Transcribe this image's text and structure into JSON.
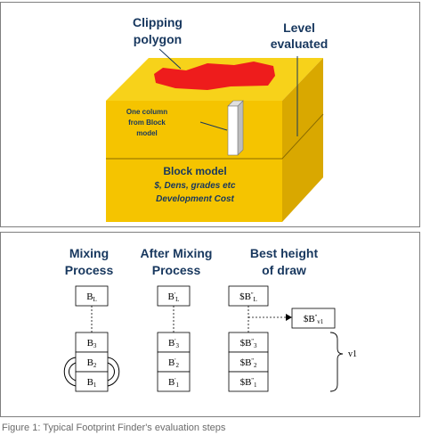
{
  "top_diagram": {
    "clipping_polygon_line1": "Clipping",
    "clipping_polygon_line2": "polygon",
    "level_line1": "Level",
    "level_line2": "evaluated",
    "column_line1": "One column",
    "column_line2": "from  Block",
    "column_line3": "model",
    "block_title": "Block model",
    "block_sub1": "$, Dens, grades etc",
    "block_sub2": "Development Cost",
    "colors": {
      "cube_front": "#f5c400",
      "cube_top": "#f7d21a",
      "cube_side": "#d9a800",
      "polygon": "#ee1c1c",
      "text": "#17375e"
    }
  },
  "bottom_diagram": {
    "col1_line1": "Mixing",
    "col1_line2": "Process",
    "col2_line1": "After Mixing",
    "col2_line2": "Process",
    "col3_line1": "Best height",
    "col3_line2": "of draw",
    "col1_cells": {
      "top": "B",
      "top_sub": "L",
      "c3": "B",
      "c3_sub": "3",
      "c2": "B",
      "c2_sub": "2",
      "c1": "B",
      "c1_sub": "1"
    },
    "col2_cells": {
      "top": "B",
      "top_sup": "'",
      "top_sub": "L",
      "c3": "B",
      "c3_sup": "'",
      "c3_sub": "3",
      "c2": "B",
      "c2_sup": "'",
      "c2_sub": "2",
      "c1": "B",
      "c1_sup": "'",
      "c1_sub": "1"
    },
    "col3_cells": {
      "top": "$B",
      "top_sup": "''",
      "top_sub": "L",
      "c3": "$B",
      "c3_sup": "''",
      "c3_sub": "3",
      "c2": "$B",
      "c2_sup": "''",
      "c2_sub": "2",
      "c1": "$B",
      "c1_sup": "''",
      "c1_sub": "1"
    },
    "side_cell": {
      "text": "$B",
      "sup": "''",
      "sub": "v1"
    },
    "brace_label": "v1"
  },
  "caption": "Figure 1: Typical Footprint Finder's evaluation steps"
}
